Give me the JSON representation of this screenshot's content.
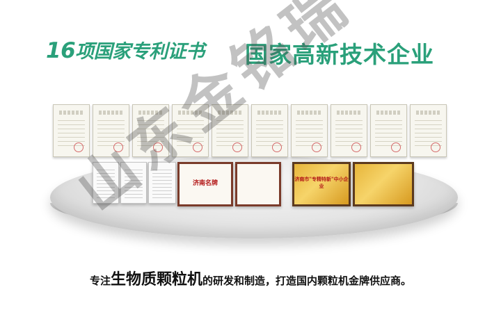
{
  "headline_left": {
    "number": "16",
    "text": "项国家专利证书"
  },
  "headline_right": "国家高新技术企业",
  "watermark": "山东金铭瑞",
  "certificates": {
    "top_row_count": 10,
    "bottom_row": [
      {
        "kind": "document"
      },
      {
        "kind": "document"
      },
      {
        "kind": "document"
      },
      {
        "kind": "framed",
        "text": "济南名牌"
      },
      {
        "kind": "framed"
      },
      {
        "kind": "gold",
        "text": "济南市\"专精特新\"中小企业"
      },
      {
        "kind": "gold"
      }
    ]
  },
  "caption": {
    "prefix": "专注",
    "emphasis": "生物质颗粒机",
    "suffix": "的研发和制造，打造国内颗粒机金牌供应商。"
  },
  "colors": {
    "headline": "#2aa07a",
    "caption": "#111111"
  }
}
